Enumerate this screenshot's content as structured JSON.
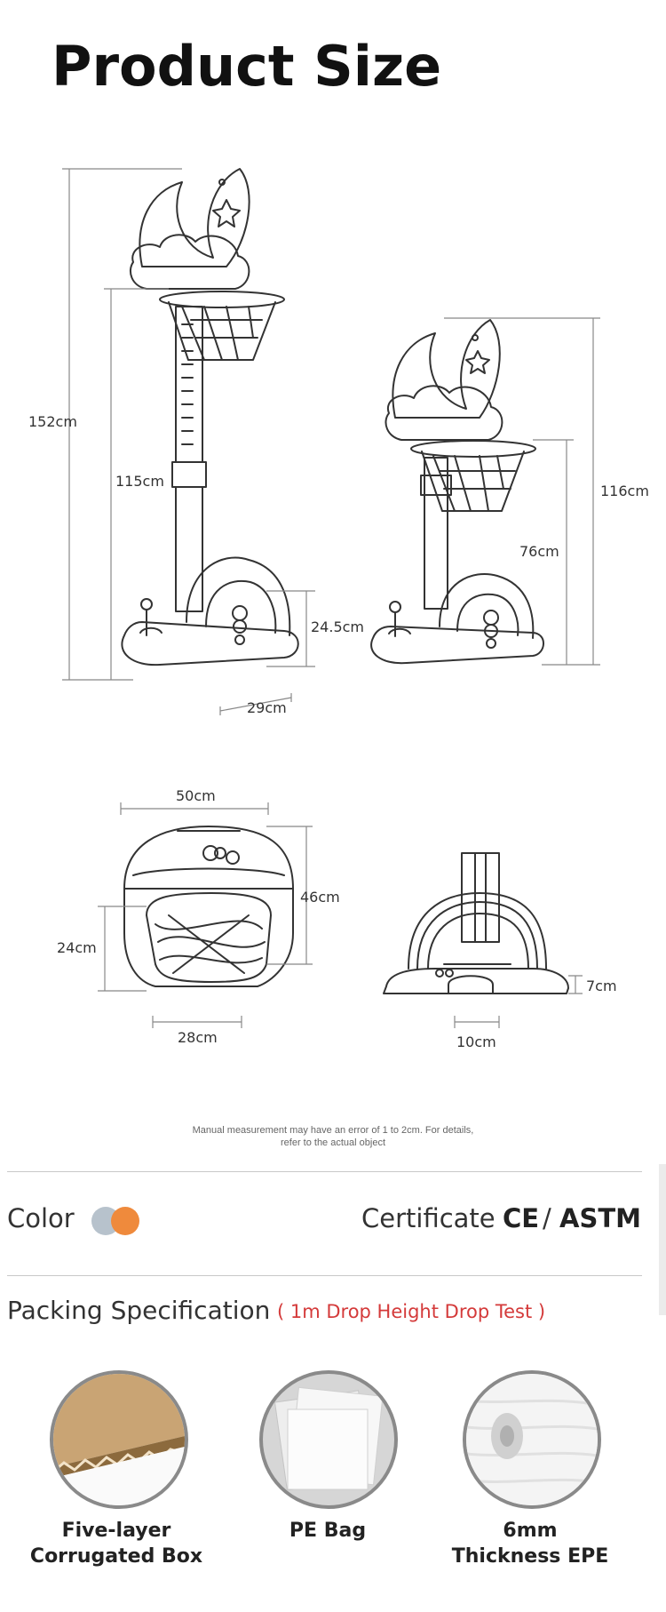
{
  "header": {
    "title": "Product Size"
  },
  "dimensions": {
    "tall_height": "152cm",
    "tall_rim": "115cm",
    "tall_base_h": "24.5cm",
    "tall_base_w": "29cm",
    "short_height": "116cm",
    "short_rim": "76cm",
    "top_width": "50cm",
    "top_depth": "46cm",
    "top_inner": "24cm",
    "top_inner_w": "28cm",
    "base_h": "7cm",
    "base_slot": "10cm"
  },
  "note": {
    "line1": "Manual measurement may have an error of 1 to 2cm. For details,",
    "line2": "refer to the actual object"
  },
  "specs": {
    "color_label": "Color",
    "colors": [
      "#b7c2cc",
      "#ef8a3c"
    ],
    "certificate_label": "Certificate",
    "certificate_ce": "CE",
    "certificate_sep": "/",
    "certificate_astm": "ASTM"
  },
  "packing": {
    "title": "Packing Specification",
    "note": "( 1m Drop Height Drop Test )",
    "items": [
      {
        "line1": "Five-layer",
        "line2": "Corrugated Box",
        "icon": "corrugated-box-icon"
      },
      {
        "line1": "PE Bag",
        "line2": "",
        "icon": "pe-bag-icon"
      },
      {
        "line1": "6mm",
        "line2": "Thickness EPE",
        "icon": "epe-foam-icon"
      }
    ]
  }
}
